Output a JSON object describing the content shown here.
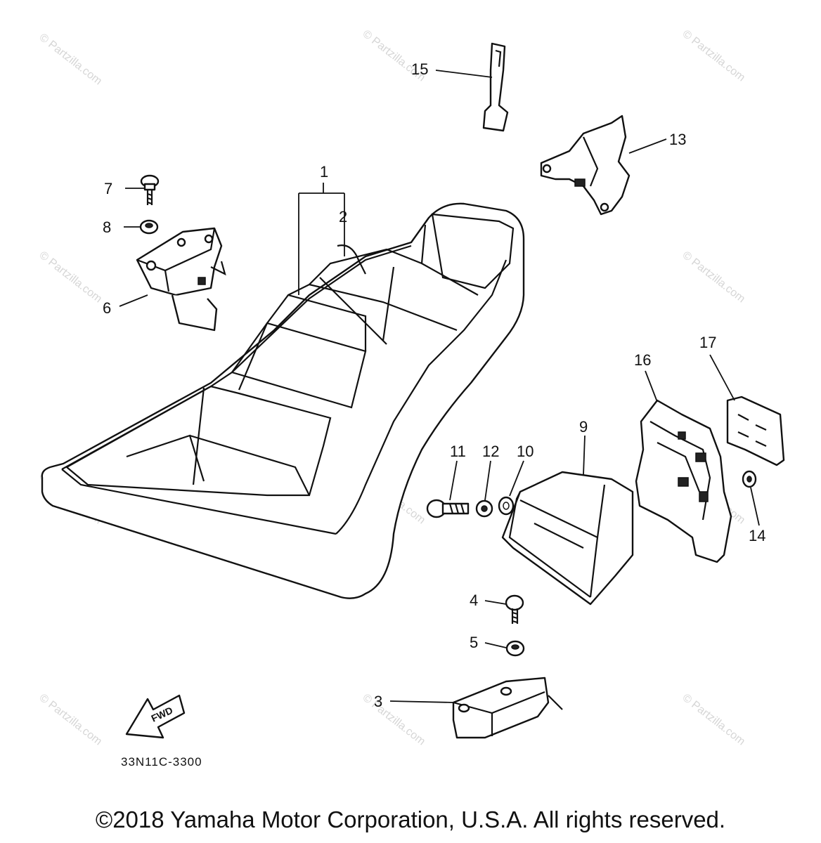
{
  "watermark": "© Partzilla.com",
  "drawing_code": "33N11C-3300",
  "fwd_label": "FWD",
  "copyright": "©2018 Yamaha Motor Corporation, U.S.A. All rights reserved.",
  "callouts": {
    "c1": "1",
    "c2": "2",
    "c3": "3",
    "c4": "4",
    "c5": "5",
    "c6": "6",
    "c7": "7",
    "c8": "8",
    "c9": "9",
    "c10": "10",
    "c11": "11",
    "c12": "12",
    "c13": "13",
    "c14": "14",
    "c15": "15",
    "c16": "16",
    "c17": "17"
  }
}
